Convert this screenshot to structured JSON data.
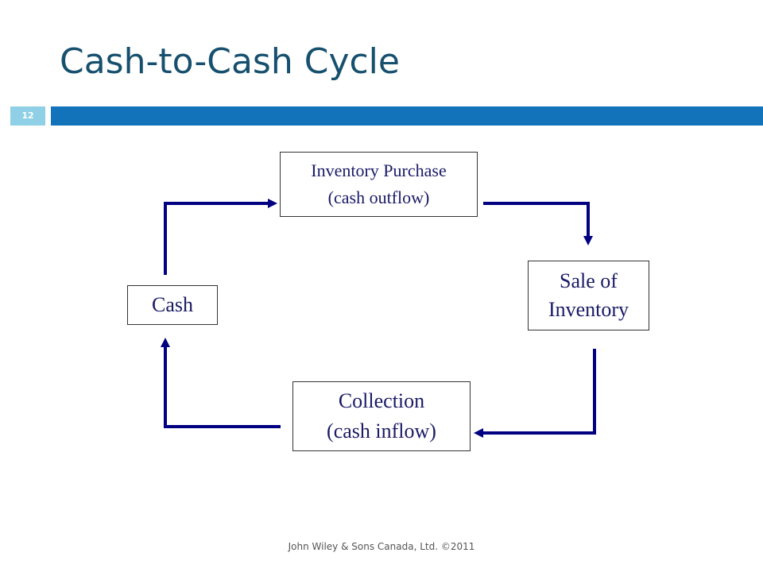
{
  "slide": {
    "title": "Cash-to-Cash Cycle",
    "number": "12",
    "footer": "John Wiley & Sons Canada, Ltd. ©2011"
  },
  "colors": {
    "title": "#17506e",
    "title_bar": "#1273bb",
    "slide_number_bg": "#8fd0e6",
    "arrow": "#000080",
    "node_text": "#1a1a66"
  },
  "diagram": {
    "nodes": {
      "inventory_purchase": {
        "line1": "Inventory Purchase",
        "line2": "(cash outflow)"
      },
      "sale_of_inventory": {
        "line1": "Sale of",
        "line2": "Inventory"
      },
      "collection": {
        "line1": "Collection",
        "line2": "(cash inflow)"
      },
      "cash": {
        "label": "Cash"
      }
    },
    "edges": [
      {
        "from": "cash",
        "to": "inventory_purchase"
      },
      {
        "from": "inventory_purchase",
        "to": "sale_of_inventory"
      },
      {
        "from": "sale_of_inventory",
        "to": "collection"
      },
      {
        "from": "collection",
        "to": "cash"
      }
    ]
  }
}
